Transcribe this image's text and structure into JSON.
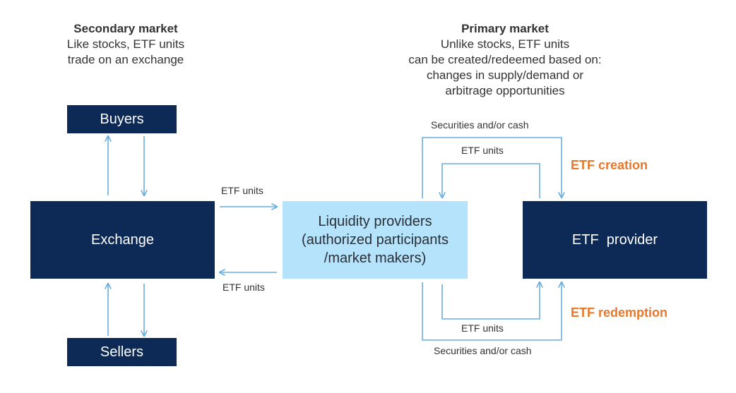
{
  "secondary": {
    "title": "Secondary market",
    "lines": [
      "Like stocks, ETF units",
      "trade on an exchange"
    ]
  },
  "primary": {
    "title": "Primary market",
    "lines": [
      "Unlike stocks, ETF units",
      "can be created/redeemed based on:",
      "changes in supply/demand or",
      "arbitrage opportunities"
    ]
  },
  "boxes": {
    "buyers": "Buyers",
    "exchange": "Exchange",
    "sellers": "Sellers",
    "liquidity": [
      "Liquidity providers",
      "(authorized participants",
      "/market makers)"
    ],
    "etf_provider": "ETF  provider"
  },
  "labels": {
    "etf_units_to_lp": "ETF units",
    "etf_units_to_exchange": "ETF units",
    "creation_outer": "Securities and/or cash",
    "creation_inner": "ETF units",
    "redemption_inner": "ETF units",
    "redemption_outer": "Securities and/or cash"
  },
  "accents": {
    "creation": "ETF creation",
    "redemption": "ETF redemption"
  },
  "colors": {
    "dark_box": "#0c2a55",
    "light_box": "#b5e3fb",
    "arrow": "#6aaee0",
    "accent": "#e6782b"
  }
}
